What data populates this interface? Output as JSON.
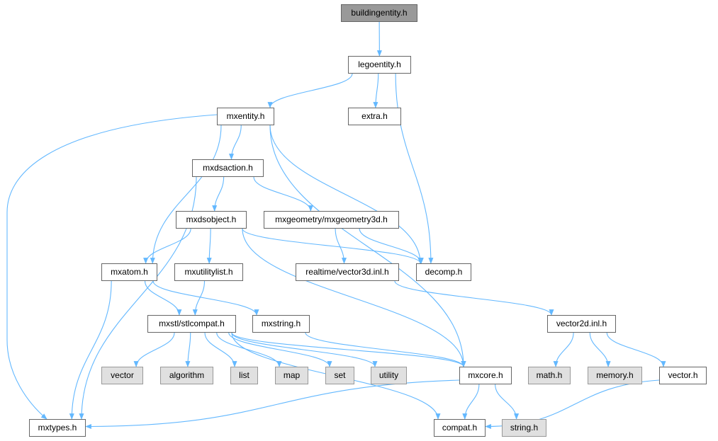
{
  "graph": {
    "edge_color": "#63b8ff",
    "nodes": {
      "root": {
        "label": "buildingentity.h",
        "kind": "root"
      },
      "legoentity": {
        "label": "legoentity.h",
        "kind": "local"
      },
      "mxentity": {
        "label": "mxentity.h",
        "kind": "local"
      },
      "extra": {
        "label": "extra.h",
        "kind": "local"
      },
      "mxdsaction": {
        "label": "mxdsaction.h",
        "kind": "local"
      },
      "mxdsobject": {
        "label": "mxdsobject.h",
        "kind": "local"
      },
      "mxgeometry3d": {
        "label": "mxgeometry/mxgeometry3d.h",
        "kind": "local"
      },
      "mxatom": {
        "label": "mxatom.h",
        "kind": "local"
      },
      "mxutilitylist": {
        "label": "mxutilitylist.h",
        "kind": "local"
      },
      "vector3d": {
        "label": "realtime/vector3d.inl.h",
        "kind": "local"
      },
      "decomp": {
        "label": "decomp.h",
        "kind": "local"
      },
      "stlcompat": {
        "label": "mxstl/stlcompat.h",
        "kind": "local"
      },
      "mxstring": {
        "label": "mxstring.h",
        "kind": "local"
      },
      "vector2d": {
        "label": "vector2d.inl.h",
        "kind": "local"
      },
      "vector": {
        "label": "vector",
        "kind": "system"
      },
      "algorithm": {
        "label": "algorithm",
        "kind": "system"
      },
      "list": {
        "label": "list",
        "kind": "system"
      },
      "map": {
        "label": "map",
        "kind": "system"
      },
      "set": {
        "label": "set",
        "kind": "system"
      },
      "utility": {
        "label": "utility",
        "kind": "system"
      },
      "mxcore": {
        "label": "mxcore.h",
        "kind": "local"
      },
      "math": {
        "label": "math.h",
        "kind": "system"
      },
      "memory": {
        "label": "memory.h",
        "kind": "system"
      },
      "vectorh": {
        "label": "vector.h",
        "kind": "local"
      },
      "mxtypes": {
        "label": "mxtypes.h",
        "kind": "local"
      },
      "compat": {
        "label": "compat.h",
        "kind": "local"
      },
      "string": {
        "label": "string.h",
        "kind": "system"
      }
    },
    "edges": [
      [
        "root",
        "legoentity"
      ],
      [
        "legoentity",
        "mxentity"
      ],
      [
        "legoentity",
        "extra"
      ],
      [
        "legoentity",
        "decomp"
      ],
      [
        "mxentity",
        "mxtypes"
      ],
      [
        "mxentity",
        "mxatom"
      ],
      [
        "mxentity",
        "mxdsaction"
      ],
      [
        "mxentity",
        "decomp"
      ],
      [
        "mxentity",
        "mxcore"
      ],
      [
        "mxdsaction",
        "mxtypes"
      ],
      [
        "mxdsaction",
        "mxdsobject"
      ],
      [
        "mxdsaction",
        "mxgeometry3d"
      ],
      [
        "mxdsobject",
        "mxatom"
      ],
      [
        "mxdsobject",
        "mxutilitylist"
      ],
      [
        "mxdsobject",
        "decomp"
      ],
      [
        "mxdsobject",
        "mxcore"
      ],
      [
        "mxgeometry3d",
        "vector3d"
      ],
      [
        "mxgeometry3d",
        "decomp"
      ],
      [
        "mxatom",
        "mxtypes"
      ],
      [
        "mxatom",
        "stlcompat"
      ],
      [
        "mxatom",
        "mxstring"
      ],
      [
        "mxutilitylist",
        "stlcompat"
      ],
      [
        "vector3d",
        "vector2d"
      ],
      [
        "stlcompat",
        "vector"
      ],
      [
        "stlcompat",
        "algorithm"
      ],
      [
        "stlcompat",
        "list"
      ],
      [
        "stlcompat",
        "map"
      ],
      [
        "stlcompat",
        "set"
      ],
      [
        "stlcompat",
        "utility"
      ],
      [
        "stlcompat",
        "mxcore"
      ],
      [
        "stlcompat",
        "compat"
      ],
      [
        "mxstring",
        "mxcore"
      ],
      [
        "vector2d",
        "math"
      ],
      [
        "vector2d",
        "memory"
      ],
      [
        "vector2d",
        "vectorh"
      ],
      [
        "mxcore",
        "mxtypes"
      ],
      [
        "mxcore",
        "compat"
      ],
      [
        "mxcore",
        "string"
      ],
      [
        "vectorh",
        "compat"
      ]
    ]
  }
}
